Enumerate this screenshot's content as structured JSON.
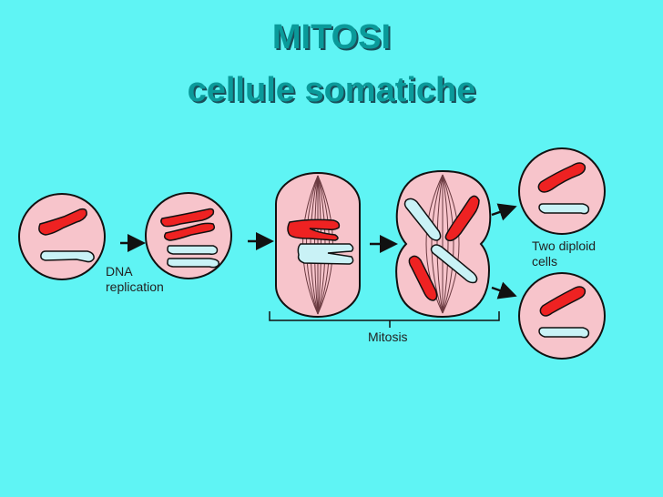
{
  "title": {
    "line1": "MITOSI",
    "line2": "cellule somatiche"
  },
  "labels": {
    "dna_line1": "DNA",
    "dna_line2": "replication",
    "mitosis": "Mitosis",
    "two_diploid_line1": "Two diploid",
    "two_diploid_line2": "cells"
  },
  "colors": {
    "background": "#5ff4f4",
    "title": "#0a9a9a",
    "cell_fill": "#f7c4cb",
    "chromosome_red": "#ee2222",
    "chromosome_blue": "#c9f2f6"
  }
}
